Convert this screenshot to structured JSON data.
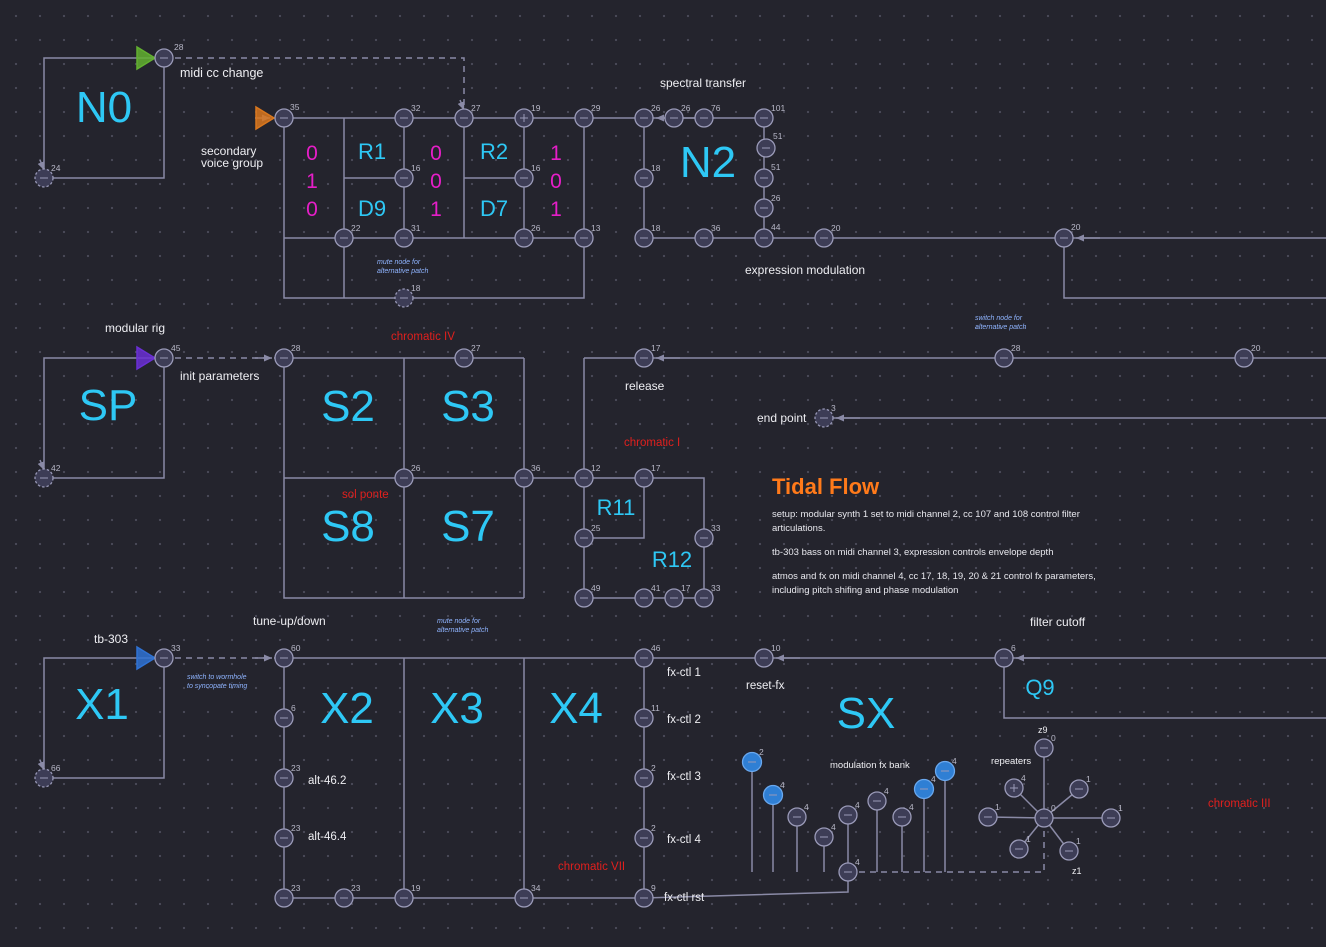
{
  "colors": {
    "background": "#24242d",
    "wire": "#8a8aa6",
    "node_fill": "#3d3d56",
    "node_stroke": "#9a9ab8",
    "block_label": "#2ec8f5",
    "magenta": "#e61ec8",
    "red_label": "#e0201e",
    "title": "#ff7a1a",
    "annotation": "#8fb4ff",
    "blue_node": "#2f7fd4",
    "trigger_green": "#62b030",
    "trigger_orange": "#d9771e",
    "trigger_purple": "#6a2fd4",
    "trigger_blue": "#2f72d4"
  },
  "info": {
    "title": "Tidal Flow",
    "p1": "setup: modular synth 1 set to midi channel 2, cc 107 and 108 control filter articulations.",
    "p2": "tb-303 bass on midi channel 3, expression controls envelope depth",
    "p3": "atmos and fx on midi channel 4, cc 17, 18, 19, 20 & 21 control fx parameters, including pitch shifing and phase modulation"
  },
  "block_labels": [
    "N0",
    "N2",
    "SP",
    "S2",
    "S3",
    "S8",
    "S7",
    "X1",
    "X2",
    "X3",
    "X4",
    "SX",
    "R1",
    "D9",
    "R2",
    "D7",
    "R11",
    "R12",
    "Q9"
  ],
  "magenta_digits": [
    "0",
    "1",
    "0",
    "0",
    "0",
    "1",
    "1",
    "0",
    "1"
  ],
  "text_labels": [
    "midi cc change",
    "secondary",
    "voice group",
    "spectral transfer",
    "expression modulation",
    "modular rig",
    "init parameters",
    "release",
    "end point",
    "tb-303",
    "tune-up/down",
    "filter cutoff",
    "fx-ctl 1",
    "fx-ctl 2",
    "fx-ctl 3",
    "fx-ctl 4",
    "fx-ctl rst",
    "reset-fx",
    "alt-46.2",
    "alt-46.4",
    "modulation fx bank",
    "repeaters",
    "z9",
    "z1"
  ],
  "red_labels": [
    "chromatic IV",
    "chromatic I",
    "sol ponte",
    "chromatic VII",
    "chromatic III"
  ],
  "annotations": [
    "mute node for",
    "alternative patch",
    "switch node for",
    "alternative patch",
    "mute node for",
    "alternative patch",
    "switch to wormhole",
    "to syncopate timing"
  ],
  "node_numbers": [
    "28",
    "24",
    "35",
    "32",
    "27",
    "19",
    "29",
    "26",
    "26",
    "76",
    "101",
    "51",
    "51",
    "26",
    "44",
    "16",
    "16",
    "18",
    "18",
    "36",
    "20",
    "20",
    "22",
    "31",
    "26",
    "13",
    "18",
    "45",
    "42",
    "28",
    "27",
    "17",
    "28",
    "20",
    "3",
    "26",
    "36",
    "12",
    "17",
    "25",
    "33",
    "49",
    "41",
    "17",
    "33",
    "33",
    "66",
    "60",
    "46",
    "10",
    "6",
    "6",
    "23",
    "23",
    "23",
    "23",
    "19",
    "34",
    "9",
    "11",
    "2",
    "2",
    "2",
    "4",
    "4",
    "4",
    "4",
    "4",
    "4",
    "4",
    "4",
    "4",
    "4",
    "0",
    "0",
    "1",
    "1",
    "1",
    "1",
    "1",
    "1",
    "1"
  ]
}
